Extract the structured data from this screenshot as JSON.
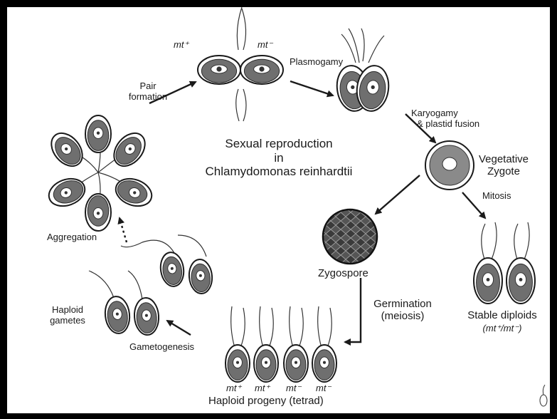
{
  "title": {
    "line1": "Sexual reproduction",
    "line2": "in",
    "line3": "Chlamydomonas reinhardtii"
  },
  "stages": {
    "pair_formation": [
      "Pair",
      "formation"
    ],
    "plasmogamy": "Plasmogamy",
    "karyogamy": [
      "Karyogamy",
      "& plastid fusion"
    ],
    "vegetative_zygote": [
      "Vegetative",
      "Zygote"
    ],
    "mitosis": "Mitosis",
    "zygospore": "Zygospore",
    "germination": [
      "Germination",
      "(meiosis)"
    ],
    "stable_diploids": "Stable diploids",
    "diploid_mating_type": "(mt⁺/mt⁻)",
    "haploid_progeny": "Haploid progeny (tetrad)",
    "gametogenesis": "Gametogenesis",
    "haploid_gametes": [
      "Haploid",
      "gametes"
    ],
    "aggregation": "Aggregation"
  },
  "mating_types": {
    "pair_left": "mt⁺",
    "pair_right": "mt⁻",
    "tetrad": [
      "mt⁺",
      "mt⁺",
      "mt⁻",
      "mt⁻"
    ]
  },
  "colors": {
    "frame": "#000000",
    "background": "#ffffff",
    "cell_fill": "#6f6f6f",
    "cell_outline": "#1a1a1a",
    "nucleus": "#ffffff",
    "arrow": "#1a1a1a"
  }
}
